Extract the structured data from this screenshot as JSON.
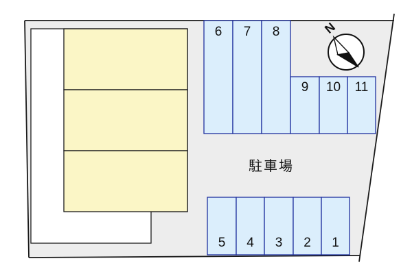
{
  "map": {
    "parking_lot_label": "駐車場",
    "north_label": "N",
    "colors": {
      "ground": "#ededed",
      "building": "#fbf6c6",
      "walkway": "#ffffff",
      "parking_slot": "#dbeefc",
      "slot_border": "#1f2f9e",
      "outline": "#1a1a1a"
    },
    "icons": {
      "compass": "compass-icon"
    },
    "parking_slots": [
      {
        "number": "1"
      },
      {
        "number": "2"
      },
      {
        "number": "3"
      },
      {
        "number": "4"
      },
      {
        "number": "5"
      },
      {
        "number": "6"
      },
      {
        "number": "7"
      },
      {
        "number": "8"
      },
      {
        "number": "9"
      },
      {
        "number": "10"
      },
      {
        "number": "11"
      }
    ]
  }
}
